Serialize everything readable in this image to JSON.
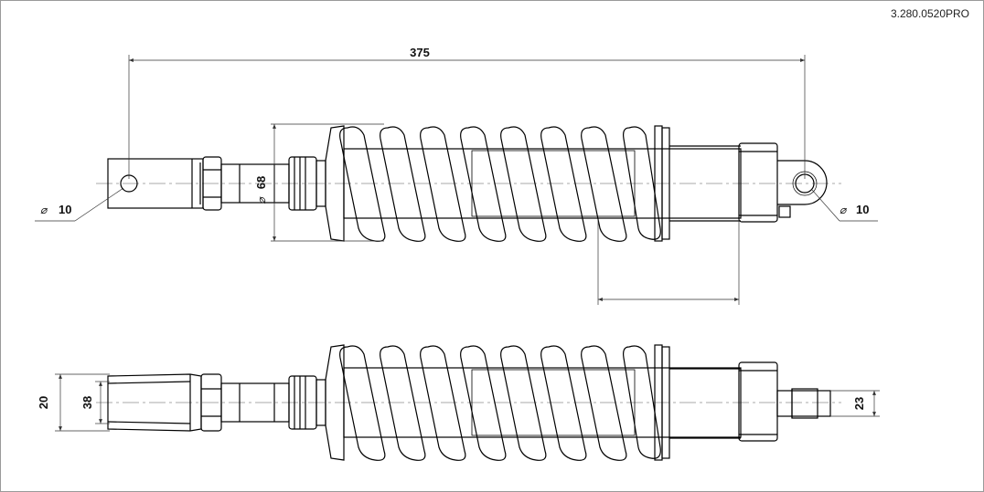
{
  "drawing": {
    "part_number": "3.280.0520PRO",
    "dims": {
      "length": "375",
      "bore_left": "10",
      "bore_right": "10",
      "spring_dia": "68",
      "width_outer": "20",
      "width_inner": "38",
      "tab_width": "23"
    },
    "diameter_symbol": "⌀",
    "line_color": "#000000",
    "dim_color": "#333333"
  }
}
